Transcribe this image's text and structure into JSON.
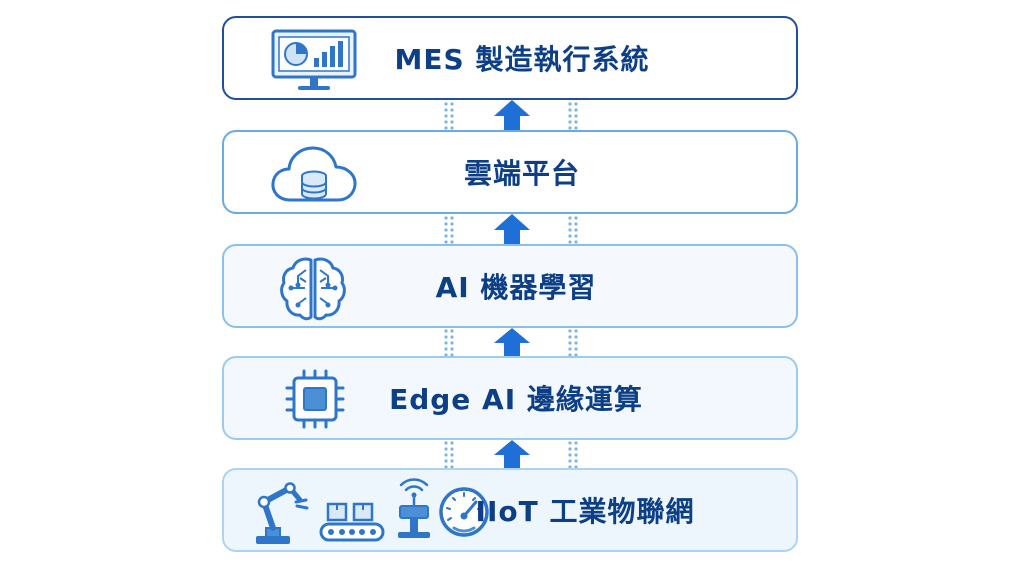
{
  "diagram": {
    "layers": [
      {
        "label": "MES 製造執行系統",
        "icon": "monitor-chart-icon"
      },
      {
        "label": "雲端平台",
        "icon": "cloud-database-icon"
      },
      {
        "label": "AI 機器學習",
        "icon": "brain-circuit-icon"
      },
      {
        "label": "Edge AI 邊緣運算",
        "icon": "processor-chip-icon"
      },
      {
        "label": "IIoT 工業物聯網",
        "icons": [
          "robot-arm-icon",
          "conveyor-belt-icon",
          "wireless-sensor-icon",
          "gauge-icon"
        ]
      }
    ],
    "colors": {
      "text": "#0d3f86",
      "border_strong": "#1e4f9c",
      "border_light": "#8cc0ec",
      "fill_light": "#f2f8fe",
      "arrow": "#1e6fd6",
      "icon": "#2f76c9"
    }
  }
}
